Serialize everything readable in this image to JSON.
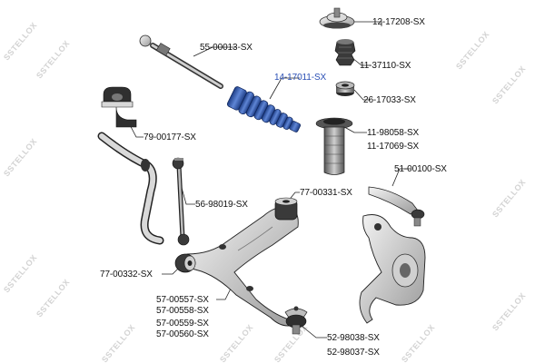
{
  "brand": {
    "watermark": "SSTELLOX"
  },
  "highlight_color": "#2a4fb5",
  "parts": [
    {
      "id": "12-17208-SX"
    },
    {
      "id": "55-00013-SX"
    },
    {
      "id": "11-37110-SX"
    },
    {
      "id": "14-17011-SX",
      "highlighted": true
    },
    {
      "id": "26-17033-SX"
    },
    {
      "id": "79-00177-SX"
    },
    {
      "id": "11-98058-SX"
    },
    {
      "id": "11-17069-SX"
    },
    {
      "id": "51-00100-SX"
    },
    {
      "id": "77-00331-SX"
    },
    {
      "id": "56-98019-SX"
    },
    {
      "id": "77-00332-SX"
    },
    {
      "id": "57-00557-SX"
    },
    {
      "id": "57-00558-SX"
    },
    {
      "id": "57-00559-SX"
    },
    {
      "id": "57-00560-SX"
    },
    {
      "id": "52-98038-SX"
    },
    {
      "id": "52-98037-SX"
    }
  ]
}
